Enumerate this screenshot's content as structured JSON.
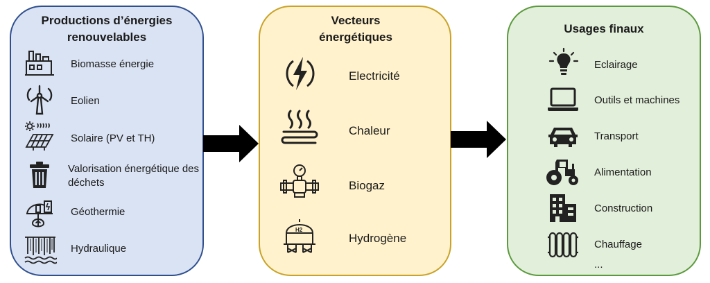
{
  "productions": {
    "title": "Productions d’énergies renouvelables",
    "items": [
      {
        "label": "Biomasse énergie",
        "icon": "biomass-plant-icon"
      },
      {
        "label": "Eolien",
        "icon": "wind-turbine-icon"
      },
      {
        "label": "Solaire (PV et TH)",
        "icon": "solar-panel-icon"
      },
      {
        "label": "Valorisation énergétique des déchets",
        "icon": "trash-bin-icon"
      },
      {
        "label": "Géothermie",
        "icon": "geothermal-icon"
      },
      {
        "label": "Hydraulique",
        "icon": "waterfall-dam-icon"
      }
    ]
  },
  "vecteurs": {
    "title": "Vecteurs énergétiques",
    "items": [
      {
        "label": "Electricité",
        "icon": "lightning-bolt-icon"
      },
      {
        "label": "Chaleur",
        "icon": "heat-waves-icon"
      },
      {
        "label": "Biogaz",
        "icon": "gas-pipe-gauge-icon"
      },
      {
        "label": "Hydrogène",
        "icon": "hydrogen-tank-icon"
      }
    ]
  },
  "usages": {
    "title": "Usages finaux",
    "items": [
      {
        "label": "Eclairage",
        "icon": "light-bulb-icon"
      },
      {
        "label": "Outils et machines",
        "icon": "laptop-icon"
      },
      {
        "label": "Transport",
        "icon": "car-icon"
      },
      {
        "label": "Alimentation",
        "icon": "tractor-icon"
      },
      {
        "label": "Construction",
        "icon": "buildings-icon"
      },
      {
        "label": "Chauffage",
        "icon": "radiator-icon"
      }
    ],
    "ellipsis": "..."
  },
  "colors": {
    "productions_fill": "#dae3f3",
    "productions_border": "#2f4f8f",
    "vecteurs_fill": "#fff2cc",
    "vecteurs_border": "#c9a227",
    "usages_fill": "#e2efda",
    "usages_border": "#5a9a3c",
    "arrow": "#000000"
  }
}
